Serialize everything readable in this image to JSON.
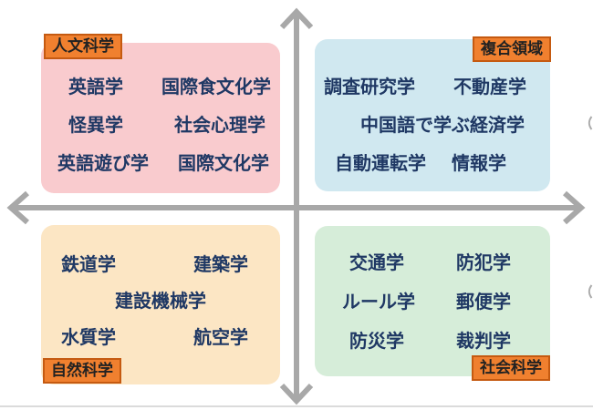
{
  "colors": {
    "panel_pink": "#F9CBCE",
    "panel_blue": "#D0E8F0",
    "panel_peach": "#FCE6C4",
    "panel_green": "#D6EDD9",
    "tag_bg": "#F0802F",
    "tag_border": "#C55A11",
    "tag_text": "#222222",
    "item_text": "#1F3864",
    "axis": "#A8A8A8",
    "divider": "#DBDBDB"
  },
  "quadrants": {
    "humanities": {
      "tag": "人文科学",
      "rows": [
        [
          "英語学",
          "国際食文化学"
        ],
        [
          "怪異学",
          "社会心理学"
        ],
        [
          "英語遊び学",
          "国際文化学"
        ]
      ]
    },
    "interdisciplinary": {
      "tag": "複合領域",
      "rows": [
        [
          "調査研究学",
          "不動産学"
        ],
        [
          "中国語で学ぶ経済学"
        ],
        [
          "自動運転学",
          "情報学"
        ]
      ]
    },
    "natural": {
      "tag": "自然科学",
      "rows": [
        [
          "鉄道学",
          "建築学"
        ],
        [
          "建設機械学"
        ],
        [
          "水質学",
          "航空学"
        ]
      ]
    },
    "social": {
      "tag": "社会科学",
      "rows": [
        [
          "交通学",
          "防犯学"
        ],
        [
          "ルール学",
          "郵便学"
        ],
        [
          "防災学",
          "裁判学"
        ]
      ]
    }
  }
}
